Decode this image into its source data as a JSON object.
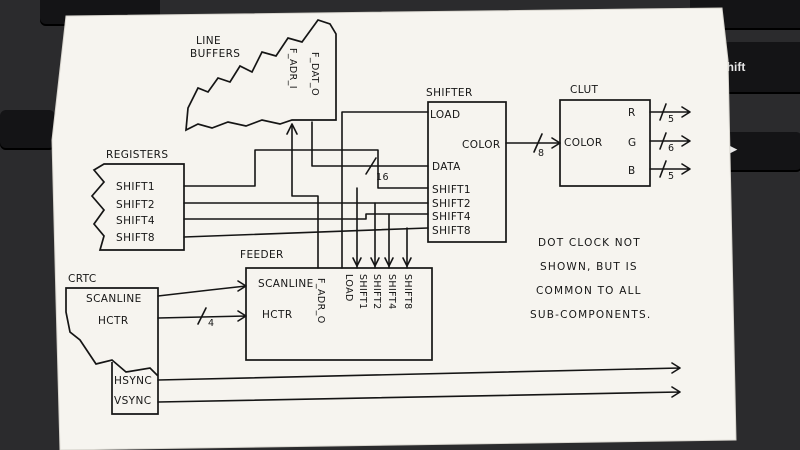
{
  "keyboard": {
    "shift_label": "shift"
  },
  "diagram": {
    "line_buffers": {
      "label_line1": "LINE",
      "label_line2": "BUFFERS",
      "f_dat": "F_DAT_O",
      "f_adr": "F_ADR_I"
    },
    "registers": {
      "title": "REGISTERS",
      "ports": [
        "SHIFT1",
        "SHIFT2",
        "SHIFT4",
        "SHIFT8"
      ]
    },
    "shifter": {
      "title": "SHIFTER",
      "load": "LOAD",
      "color": "COLOR",
      "data": "DATA",
      "ports": [
        "SHIFT1",
        "SHIFT2",
        "SHIFT4",
        "SHIFT8"
      ]
    },
    "clut": {
      "title": "CLUT",
      "color": "COLOR",
      "outputs": [
        "R",
        "G",
        "B"
      ],
      "widths": [
        "5",
        "6",
        "5"
      ]
    },
    "feeder": {
      "title": "FEEDER",
      "scanline": "SCANLINE",
      "hctr": "HCTR",
      "f_adr": "F_ADR_O",
      "vertical": [
        "LOAD",
        "SHIFT1",
        "SHIFT2",
        "SHIFT4",
        "SHIFT8"
      ]
    },
    "crtc": {
      "title": "CRTC",
      "scanline": "SCANLINE",
      "hctr": "HCTR",
      "hsync": "HSYNC",
      "vsync": "VSYNC"
    },
    "bus_widths": {
      "data": "16",
      "color": "8",
      "hctr": "4"
    },
    "note": [
      "DOT  CLOCK  NOT",
      "SHOWN,  BUT  IS",
      "COMMON  TO  ALL",
      "SUB-COMPONENTS."
    ]
  }
}
